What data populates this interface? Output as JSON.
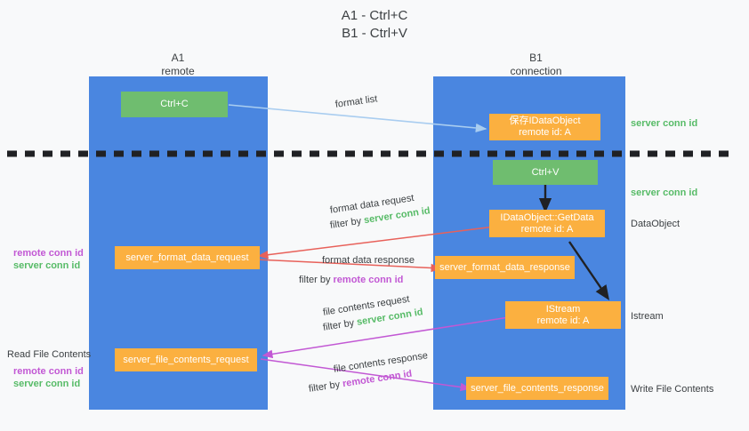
{
  "title": {
    "line1": "A1 - Ctrl+C",
    "line2": "B1 - Ctrl+V"
  },
  "columns": [
    {
      "name": "A1",
      "sub": "remote"
    },
    {
      "name": "B1",
      "sub": "connection"
    }
  ],
  "colors": {
    "lane": "#4a86e0",
    "green_node": "#6fbd6f",
    "orange_node": "#fbb040",
    "green_text": "#57bb67",
    "magenta_text": "#c258d4",
    "red_arrow": "#e8615a",
    "blue_arrow": "#a9cdf0",
    "black_arrow": "#202124",
    "background": "#f8f9fa"
  },
  "nodes": {
    "ctrl_c": {
      "label": "Ctrl+C"
    },
    "idataobject": {
      "line1": "保存IDataObject",
      "line2": "remote id: A"
    },
    "ctrl_v": {
      "label": "Ctrl+V"
    },
    "getdata": {
      "line1": "IDataObject::GetData",
      "line2": "remote id: A"
    },
    "istream": {
      "line1": "IStream",
      "line2": "remote id: A"
    },
    "server_format_data_request": {
      "label": "server_format_data_request"
    },
    "server_format_data_response": {
      "label": "server_format_data_response"
    },
    "server_file_contents_request": {
      "label": "server_file_contents_request"
    },
    "server_file_contents_response": {
      "label": "server_file_contents_response"
    }
  },
  "edges": {
    "format_list": {
      "label": "format list"
    },
    "format_data_request": {
      "line1": "format data request",
      "filter_prefix": "filter by ",
      "filter_key": "server conn id"
    },
    "format_data_response": {
      "line1": "format data response",
      "filter_prefix": "filter by ",
      "filter_key": "remote conn id"
    },
    "file_contents_request": {
      "line1": "file contents request",
      "filter_prefix": "filter by ",
      "filter_key": "server conn id"
    },
    "file_contents_response": {
      "line1": "file contents response",
      "filter_prefix": "filter by ",
      "filter_key": "remote conn id"
    }
  },
  "right_labels": {
    "server_conn_id_top": "server conn id",
    "server_conn_id_mid": "server conn id",
    "dataobject": "DataObject",
    "istream": "Istream",
    "write_file_contents": "Write File Contents"
  },
  "left_labels": {
    "remote_conn_id_1": "remote conn id",
    "server_conn_id_1": "server conn id",
    "read_file_contents": "Read File Contents",
    "remote_conn_id_2": "remote conn id",
    "server_conn_id_2": "server conn id"
  }
}
